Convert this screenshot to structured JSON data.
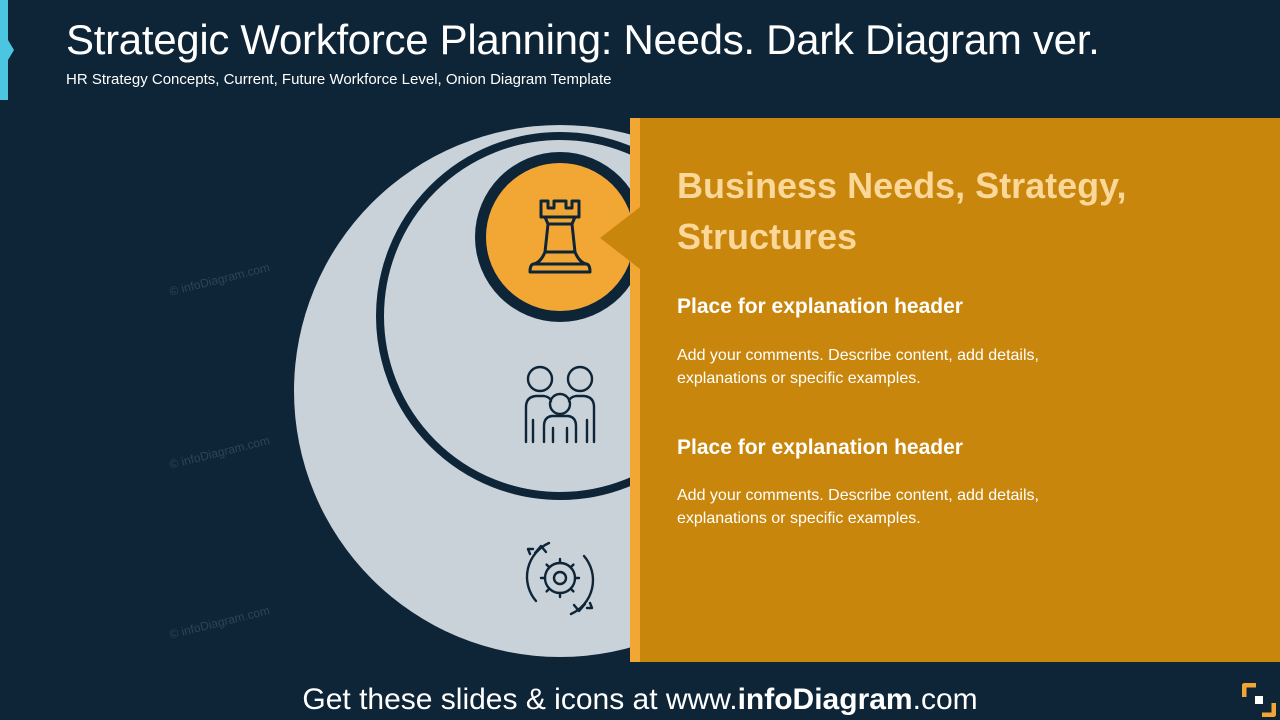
{
  "header": {
    "title": "Strategic Workforce Planning: Needs. Dark Diagram ver.",
    "subtitle": "HR Strategy Concepts, Current, Future Workforce Level, Onion Diagram Template"
  },
  "watermark": "© infoDiagram.com",
  "diagram": {
    "layers": [
      {
        "icon": "chess-rook-icon",
        "active": true
      },
      {
        "icon": "people-group-icon",
        "active": false
      },
      {
        "icon": "gear-cycle-icon",
        "active": false
      }
    ]
  },
  "panel": {
    "heading": "Business Needs, Strategy, Structures",
    "items": [
      {
        "header": "Place for explanation header",
        "body": "Add your comments. Describe content, add details, explanations or specific examples."
      },
      {
        "header": "Place for explanation header",
        "body": "Add your comments. Describe content, add details, explanations or specific examples."
      }
    ]
  },
  "footer": {
    "prefix": "Get these slides & icons at www.",
    "brand": "infoDiagram",
    "suffix": ".com"
  },
  "colors": {
    "background": "#0e2437",
    "outer_circle": "#c9d1d9",
    "active_circle": "#f2a735",
    "panel": "#c9860c",
    "panel_heading": "#fbd89a",
    "accent": "#4cc6e0"
  }
}
